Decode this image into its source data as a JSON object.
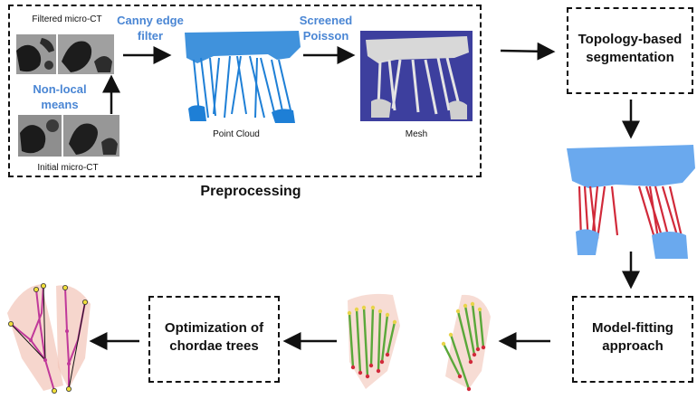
{
  "preprocessing": {
    "title": "Preprocessing",
    "filtered_label": "Filtered  micro-CT",
    "initial_label": "Initial micro-CT",
    "nonlocal_line1": "Non-local",
    "nonlocal_line2": "means",
    "canny_line1": "Canny edge",
    "canny_line2": "filter",
    "screened_line1": "Screened",
    "screened_line2": "Poisson",
    "point_cloud_label": "Point Cloud",
    "mesh_label": "Mesh"
  },
  "steps": {
    "topology_line1": "Topology-based",
    "topology_line2": "segmentation",
    "model_line1": "Model-fitting",
    "model_line2": "approach",
    "optim_line1": "Optimization of",
    "optim_line2": "chordae trees"
  },
  "colors": {
    "label_blue": "#4a86d4",
    "pointcloud_blue": "#1e7fd6",
    "segment_blue": "#6aa9ee",
    "chordae_red": "#d12a3a",
    "fit_green": "#5aa83a",
    "tissue_pink": "#f2c4b8",
    "tree_magenta": "#c0399a"
  }
}
